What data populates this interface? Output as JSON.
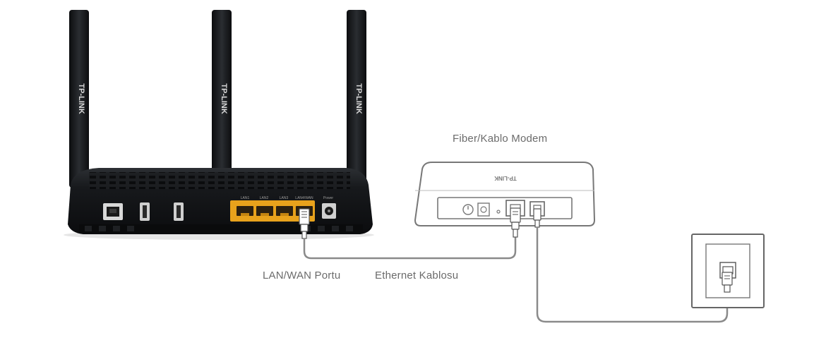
{
  "labels": {
    "modem": "Fiber/Kablo Modem",
    "lan_wan_port": "LAN/WAN Portu",
    "ethernet_cable": "Ethernet Kablosu"
  },
  "router": {
    "brand": "TP-LINK",
    "port_labels": [
      "LAN1",
      "LAN2",
      "LAN3",
      "LAN4/WAN",
      "Power"
    ]
  },
  "modem_device": {
    "brand": "TP-LINK"
  },
  "colors": {
    "router_body": "#15171a",
    "lan_ports": "#e8a21c",
    "line": "#8a8a8a",
    "label_text": "#6b6b6b"
  }
}
